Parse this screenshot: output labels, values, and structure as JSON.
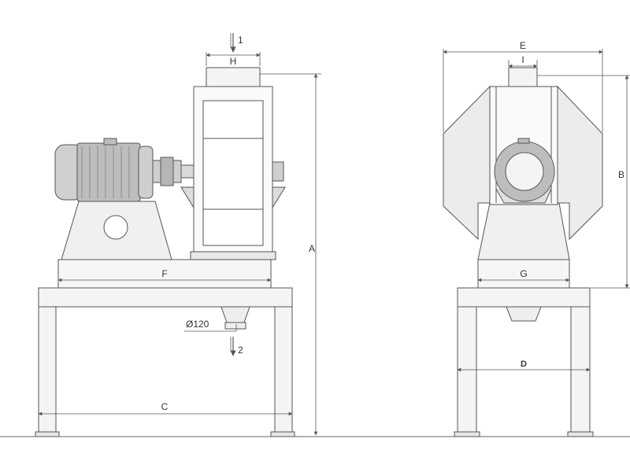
{
  "labels": {
    "A": "A",
    "B": "B",
    "C": "C",
    "D": "D",
    "E": "E",
    "F": "F",
    "G": "G",
    "H": "H",
    "I": "I",
    "inlet": "1",
    "outlet": "2",
    "diameter": "Ø120"
  },
  "colors": {
    "line": "#555555",
    "fill_light": "#f2f2f2",
    "fill_mid": "#dcdcdc",
    "fill_dark": "#a8a8a8"
  }
}
